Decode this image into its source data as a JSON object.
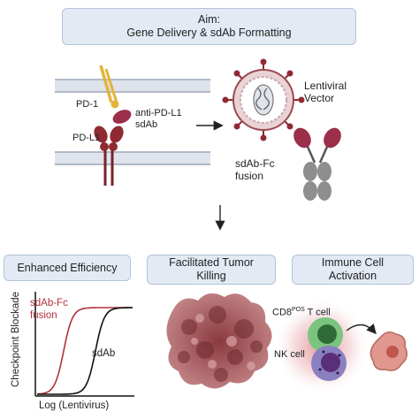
{
  "aim": {
    "line1": "Aim:",
    "line2": "Gene Delivery & sdAb Formatting"
  },
  "membrane": {
    "pd1": "PD-1",
    "sdab_line1": "anti-PD-L1",
    "sdab_line2": "sdAb",
    "pdl1": "PD-L1"
  },
  "vector": {
    "line1": "Lentiviral",
    "line2": "Vector"
  },
  "fusion": {
    "line1": "sdAb-Fc",
    "line2": "fusion"
  },
  "panels": {
    "efficiency": "Enhanced Efficiency",
    "killing_line1": "Facilitated Tumor",
    "killing_line2": "Killing",
    "activation_line1": "Immune Cell",
    "activation_line2": "Activation"
  },
  "plot": {
    "ylabel": "Checkpoint Blockade",
    "xlabel": "Log (Lentivirus)",
    "legend_line1": "sdAb-Fc",
    "legend_line2": "fusion",
    "sdab_label": "sdAb",
    "colors": {
      "fusion": "#b0323b",
      "sdab": "#111111"
    }
  },
  "cells": {
    "cd8_prefix": "CD8",
    "cd8_sup": "POS",
    "cd8_suffix": " T cell",
    "nk": "NK  cell"
  }
}
